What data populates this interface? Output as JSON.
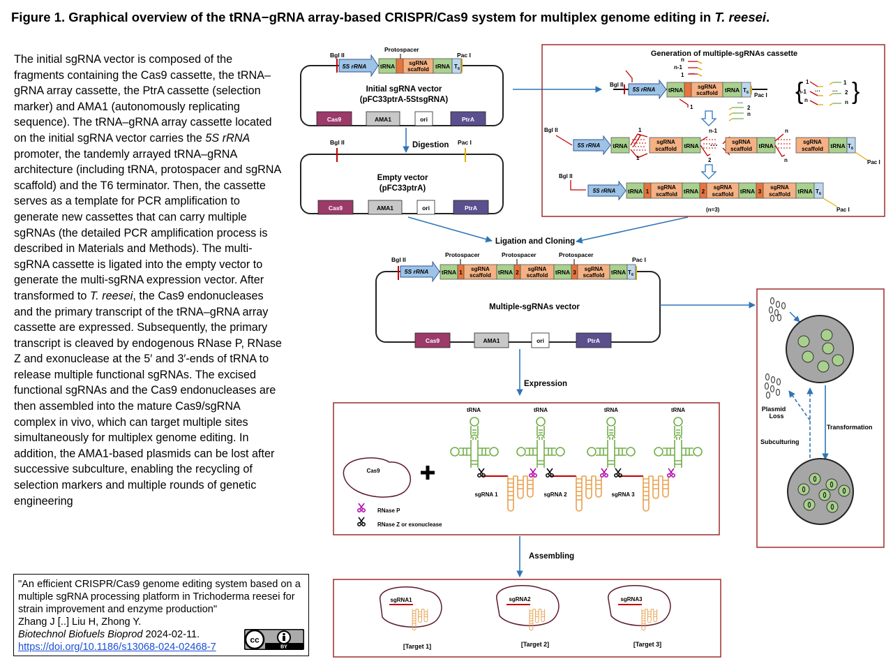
{
  "figure": {
    "label": "Figure 1.",
    "title_main": "Graphical overview of the tRNA−gRNA array-based CRISPR/Cas9 system for multiplex genome editing in",
    "title_species": "T. reesei",
    "title_end": "."
  },
  "description": {
    "p1": "The initial sgRNA vector is composed of the fragments containing the Cas9 cassette, the tRNA–gRNA array cassette, the PtrA cassette (selection marker) and AMA1 (autonomously replicating sequence). The tRNA–gRNA array cassette located on the initial sgRNA vector carries the",
    "promoter": "5S rRNA",
    "p2": "promoter, the tandemly arrayed tRNA–gRNA architecture (including tRNA, protospacer and sgRNA scaffold) and the T6 terminator. Then, the cassette serves as a template for PCR amplification to generate new cassettes that can carry multiple sgRNAs (the detailed PCR amplification process is described in Materials and Methods). The multi-sgRNA cassette is ligated into the empty vector to generate the multi-sgRNA expression vector. After transformed to",
    "species": "T. reesei",
    "p3": ", the Cas9 endonucleases and the primary transcript of the tRNA–gRNA array cassette are expressed. Subsequently, the primary transcript is cleaved by endogenous RNase P, RNase Z and exonuclease at the 5′ and 3′-ends of tRNA to release multiple functional sgRNAs. The excised functional sgRNAs and the Cas9 endonucleases are then assembled into the mature Cas9/sgRNA complex in vivo, which can target multiple sites simultaneously for multiplex genome editing. In addition, the AMA1-based plasmids can be lost after successive subculture, enabling the recycling of selection markers and multiple rounds of genetic engineering"
  },
  "citation": {
    "title": "\"An efficient CRISPR/Cas9 genome editing system based on a multiple sgRNA processing platform in Trichoderma reesei for strain improvement and enzyme production\"",
    "authors": "Zhang J [..] Liu H, Zhong Y.",
    "journal": "Biotechnol Biofuels Bioprod",
    "date": "2024-02-11.",
    "doi": "https://doi.org/10.1186/s13068-024-02468-7",
    "license": "BY"
  },
  "labels": {
    "bglii": "Bgl II",
    "paci": "Pac I",
    "protospacer": "Protospacer",
    "rrna": "5S rRNA",
    "trna": "tRNA",
    "sgrna": "sgRNA",
    "scaffold": "scaffold",
    "t6": "T",
    "t6_sub": "6",
    "cas9": "Cas9",
    "ama1": "AMA1",
    "ori": "ori",
    "ptra": "PtrA",
    "initial_vector": "Initial sgRNA vector",
    "initial_vector_id": "(pFC33ptrA-5StsgRNA)",
    "digestion": "Digestion",
    "empty_vector": "Empty  vector",
    "empty_vector_id": "(pFC33ptrA)",
    "generation_title": "Generation of multiple-sgRNAs cassette",
    "n": "n",
    "n_minus_1": "n-1",
    "one": "1",
    "two": "2",
    "three": "3",
    "dots": "···",
    "n3": "(n=3)",
    "ligation": "Ligation and Cloning",
    "multi_vector": "Multiple-sgRNAs vector",
    "expression": "Expression",
    "rnase_p": "RNase P",
    "rnase_z": "RNase Z or exonuclease",
    "sgrna1": "sgRNA 1",
    "sgrna2": "sgRNA 2",
    "sgrna3": "sgRNA 3",
    "assembling": "Assembling",
    "cas_sgrna1": "sgRNA1",
    "cas_sgrna2": "sgRNA2",
    "cas_sgrna3": "sgRNA3",
    "target1": "[Target 1]",
    "target2": "[Target 2]",
    "target3": "[Target 3]",
    "transformation": "Transformation",
    "plasmid": "Plasmid",
    "loss": "Loss",
    "subculturing": "Subculturing"
  },
  "colors": {
    "rrna": "#9dc3e6",
    "trna": "#a9d18e",
    "protospacer": "#e8743b",
    "scaffold": "#f4b183",
    "terminator": "#bdd7ee",
    "cas9": "#9c3a6a",
    "ama1": "#c8c8c8",
    "ptra": "#5b4f8e",
    "arrow": "#2e75b6",
    "frame": "#9e2a2a",
    "bgl_mark": "#c00000",
    "pac_mark": "#e0b000",
    "rnase_p": "#b000b0",
    "cell": "#a6a6a6",
    "nucleus": "#a9d18e"
  }
}
